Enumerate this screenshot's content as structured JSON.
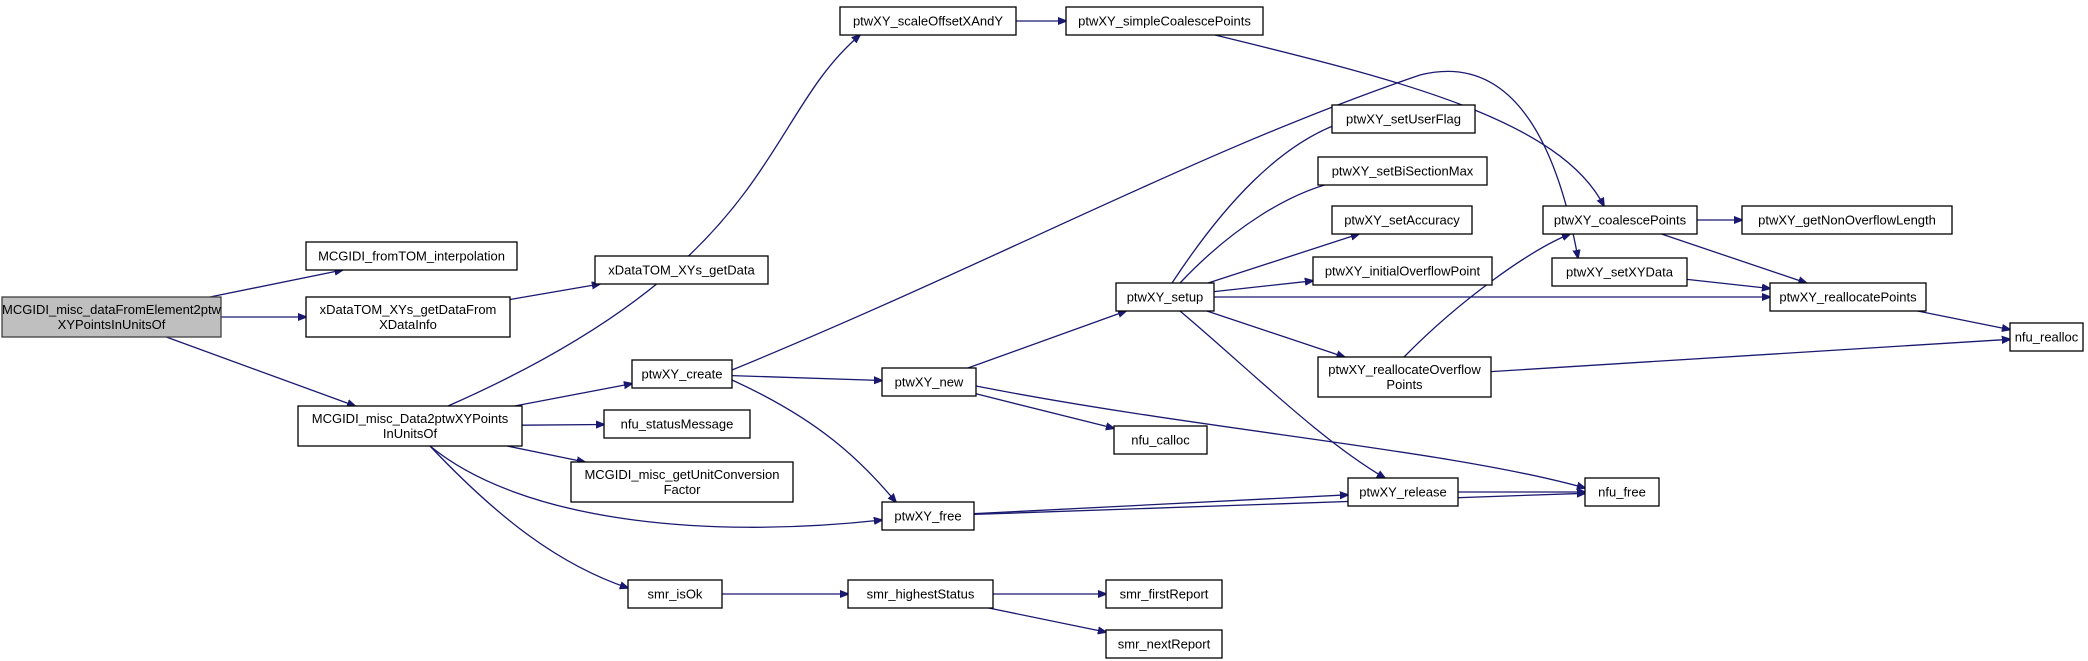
{
  "nodes": [
    {
      "id": "root",
      "lines": [
        "MCGIDI_misc_dataFromElement2ptw",
        "XYPointsInUnitsOf"
      ],
      "root": true
    },
    {
      "id": "fromTOM",
      "lines": [
        "MCGIDI_fromTOM_interpolation"
      ]
    },
    {
      "id": "xgetDataFrom",
      "lines": [
        "xDataTOM_XYs_getDataFrom",
        "XDataInfo"
      ]
    },
    {
      "id": "xgetData",
      "lines": [
        "xDataTOM_XYs_getData"
      ]
    },
    {
      "id": "data2ptw",
      "lines": [
        "MCGIDI_misc_Data2ptwXYPoints",
        "InUnitsOf"
      ]
    },
    {
      "id": "scaleOffset",
      "lines": [
        "ptwXY_scaleOffsetXAndY"
      ]
    },
    {
      "id": "simpleCoalesce",
      "lines": [
        "ptwXY_simpleCoalescePoints"
      ]
    },
    {
      "id": "create",
      "lines": [
        "ptwXY_create"
      ]
    },
    {
      "id": "statusMessage",
      "lines": [
        "nfu_statusMessage"
      ]
    },
    {
      "id": "unitConv",
      "lines": [
        "MCGIDI_misc_getUnitConversion",
        "Factor"
      ]
    },
    {
      "id": "ptwfree",
      "lines": [
        "ptwXY_free"
      ]
    },
    {
      "id": "isOk",
      "lines": [
        "smr_isOk"
      ]
    },
    {
      "id": "highestStatus",
      "lines": [
        "smr_highestStatus"
      ]
    },
    {
      "id": "firstReport",
      "lines": [
        "smr_firstReport"
      ]
    },
    {
      "id": "nextReport",
      "lines": [
        "smr_nextReport"
      ]
    },
    {
      "id": "ptwnew",
      "lines": [
        "ptwXY_new"
      ]
    },
    {
      "id": "calloc",
      "lines": [
        "nfu_calloc"
      ]
    },
    {
      "id": "setup",
      "lines": [
        "ptwXY_setup"
      ]
    },
    {
      "id": "setUserFlag",
      "lines": [
        "ptwXY_setUserFlag"
      ]
    },
    {
      "id": "setBiSection",
      "lines": [
        "ptwXY_setBiSectionMax"
      ]
    },
    {
      "id": "setAccuracy",
      "lines": [
        "ptwXY_setAccuracy"
      ]
    },
    {
      "id": "initOverflow",
      "lines": [
        "ptwXY_initialOverflowPoint"
      ]
    },
    {
      "id": "reallocOverflow",
      "lines": [
        "ptwXY_reallocateOverflow",
        "Points"
      ]
    },
    {
      "id": "release",
      "lines": [
        "ptwXY_release"
      ]
    },
    {
      "id": "nfufree",
      "lines": [
        "nfu_free"
      ]
    },
    {
      "id": "coalesce",
      "lines": [
        "ptwXY_coalescePoints"
      ]
    },
    {
      "id": "setXYData",
      "lines": [
        "ptwXY_setXYData"
      ]
    },
    {
      "id": "nonOverflow",
      "lines": [
        "ptwXY_getNonOverflowLength"
      ]
    },
    {
      "id": "reallocPoints",
      "lines": [
        "ptwXY_reallocatePoints"
      ]
    },
    {
      "id": "realloc",
      "lines": [
        "nfu_realloc"
      ]
    }
  ],
  "edges": [
    [
      "root",
      "fromTOM"
    ],
    [
      "root",
      "xgetDataFrom"
    ],
    [
      "root",
      "data2ptw"
    ],
    [
      "xgetDataFrom",
      "xgetData"
    ],
    [
      "data2ptw",
      "scaleOffset"
    ],
    [
      "data2ptw",
      "create"
    ],
    [
      "data2ptw",
      "statusMessage"
    ],
    [
      "data2ptw",
      "unitConv"
    ],
    [
      "data2ptw",
      "ptwfree"
    ],
    [
      "data2ptw",
      "isOk"
    ],
    [
      "scaleOffset",
      "simpleCoalesce"
    ],
    [
      "simpleCoalesce",
      "coalesce"
    ],
    [
      "create",
      "ptwnew"
    ],
    [
      "create",
      "setXYData"
    ],
    [
      "create",
      "ptwfree"
    ],
    [
      "ptwnew",
      "setup"
    ],
    [
      "ptwnew",
      "calloc"
    ],
    [
      "ptwnew",
      "nfufree"
    ],
    [
      "setup",
      "setUserFlag"
    ],
    [
      "setup",
      "setBiSection"
    ],
    [
      "setup",
      "setAccuracy"
    ],
    [
      "setup",
      "initOverflow"
    ],
    [
      "setup",
      "reallocPoints"
    ],
    [
      "setup",
      "reallocOverflow"
    ],
    [
      "setup",
      "release"
    ],
    [
      "reallocOverflow",
      "realloc"
    ],
    [
      "reallocOverflow",
      "coalesce"
    ],
    [
      "ptwfree",
      "release"
    ],
    [
      "ptwfree",
      "nfufree"
    ],
    [
      "release",
      "nfufree"
    ],
    [
      "isOk",
      "highestStatus"
    ],
    [
      "highestStatus",
      "firstReport"
    ],
    [
      "highestStatus",
      "nextReport"
    ],
    [
      "coalesce",
      "nonOverflow"
    ],
    [
      "coalesce",
      "reallocPoints"
    ],
    [
      "setXYData",
      "reallocPoints"
    ],
    [
      "reallocPoints",
      "realloc"
    ]
  ],
  "colors": {
    "edge": "#191970",
    "root_fill": "#bfbfbf",
    "node_fill": "#ffffff"
  }
}
